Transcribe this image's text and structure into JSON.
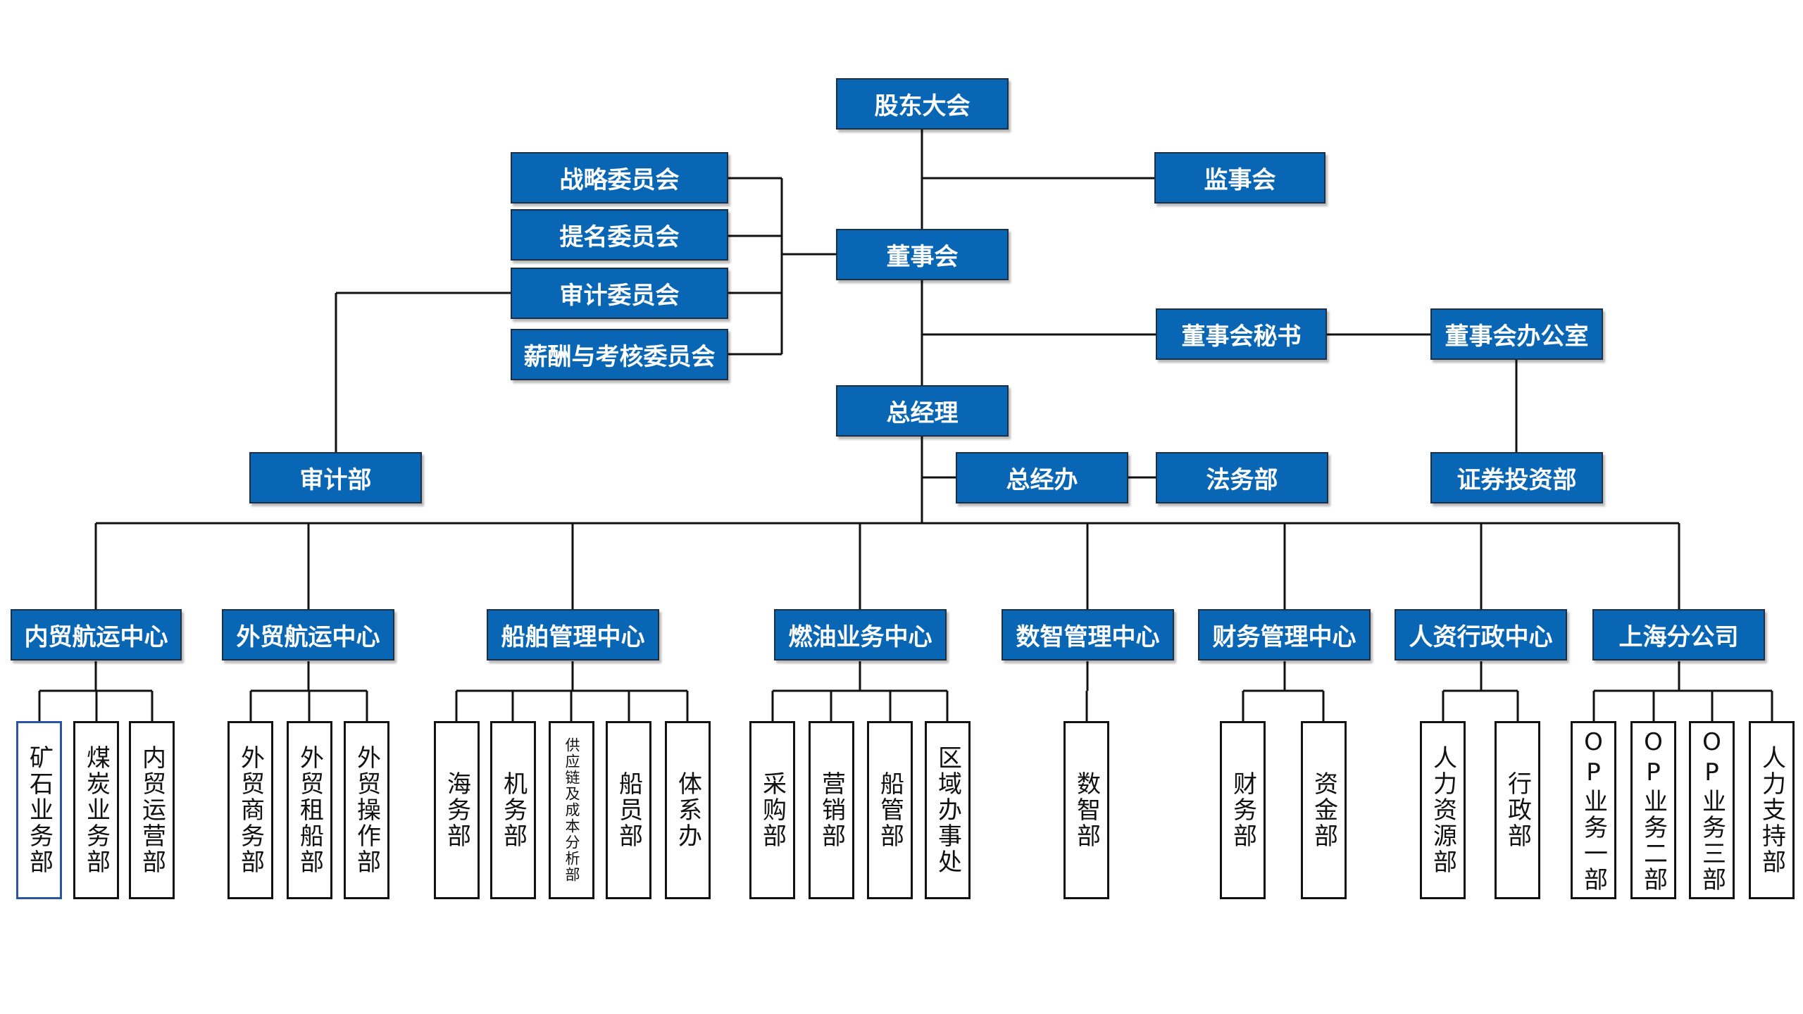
{
  "nodes": {
    "shareholders": "股东大会",
    "supervisory": "监事会",
    "board": "董事会",
    "strategy": "战略委员会",
    "nomination": "提名委员会",
    "audit_committee": "审计委员会",
    "compensation": "薪酬与考核委员会",
    "board_secretary": "董事会秘书",
    "board_office": "董事会办公室",
    "general_manager": "总经理",
    "gm_office": "总经办",
    "legal": "法务部",
    "securities": "证券投资部",
    "audit_dept": "审计部"
  },
  "centers": [
    {
      "label": "内贸航运中心",
      "departments": [
        "矿石业务部",
        "煤炭业务部",
        "内贸运营部"
      ]
    },
    {
      "label": "外贸航运中心",
      "departments": [
        "外贸商务部",
        "外贸租船部",
        "外贸操作部"
      ]
    },
    {
      "label": "船舶管理中心",
      "departments": [
        "海务部",
        "机务部",
        "供应链及成本分析部",
        "船员部",
        "体系办"
      ]
    },
    {
      "label": "燃油业务中心",
      "departments": [
        "采购部",
        "营销部",
        "船管部",
        "区域办事处"
      ]
    },
    {
      "label": "数智管理中心",
      "departments": [
        "数智部"
      ]
    },
    {
      "label": "财务管理中心",
      "departments": [
        "财务部",
        "资金部"
      ]
    },
    {
      "label": "人资行政中心",
      "departments": [
        "人力资源部",
        "行政部"
      ]
    },
    {
      "label": "上海分公司",
      "departments": [
        "OP业务一部",
        "OP业务二部",
        "OP业务三部",
        "人力支持部"
      ]
    }
  ],
  "colors": {
    "box_fill": "#0866b4",
    "box_text": "#ffffff",
    "line": "#111111",
    "selected_border": "#2a54a8"
  }
}
